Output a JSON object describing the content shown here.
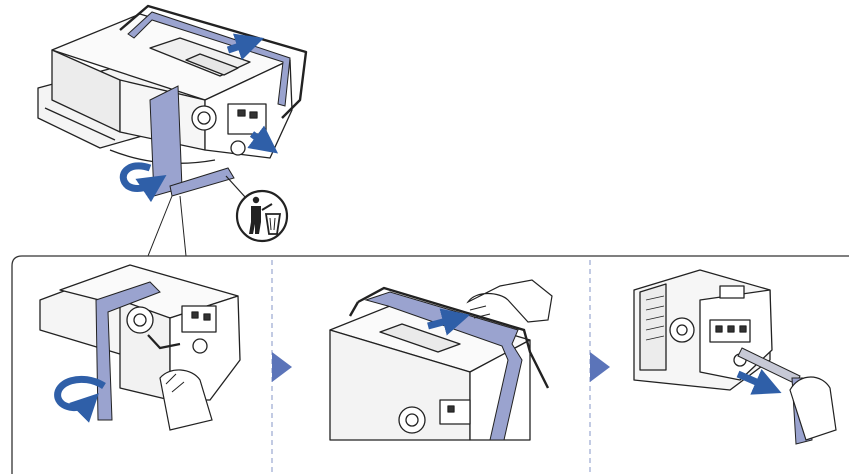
{
  "diagram": {
    "type": "instruction-illustration",
    "subject": "toner-cartridge-packaging-removal",
    "colors": {
      "tape": "#9aa3cf",
      "arrow": "#2f5fa8",
      "step_chevron": "#5b74b9",
      "divider": "#9aa8d0",
      "outline": "#222222"
    },
    "icons": [
      "recycle-bin-person-icon"
    ],
    "steps": [
      {
        "id": 1,
        "action": "twist-and-pull-side-tape",
        "arrow": "curved-counterclockwise"
      },
      {
        "id": 2,
        "action": "slide-top-frame-forward",
        "arrow": "straight-right"
      },
      {
        "id": 3,
        "action": "pull-out-seal-strip",
        "arrow": "straight-down-right"
      }
    ],
    "step_count": 3
  }
}
